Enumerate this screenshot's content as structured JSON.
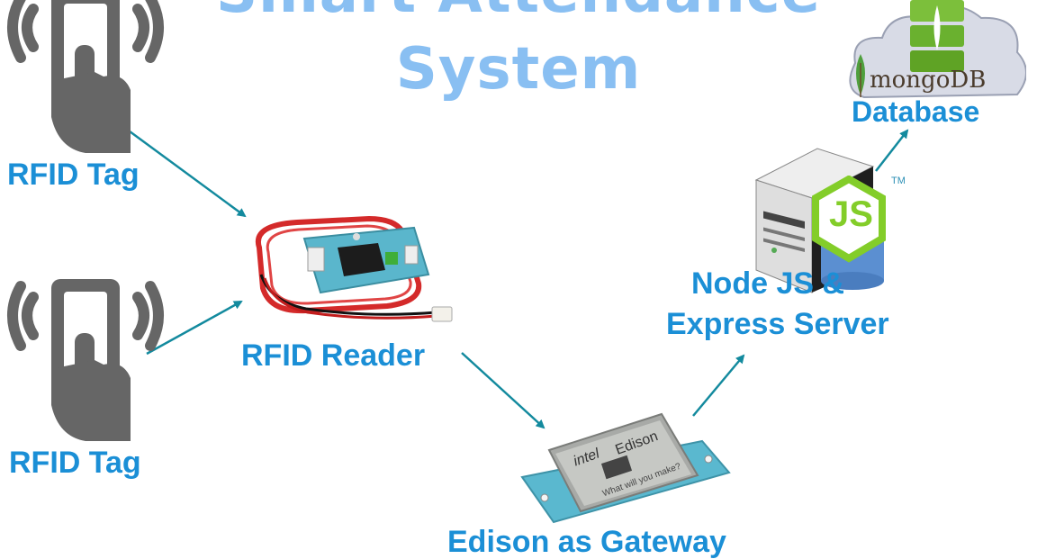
{
  "title": {
    "line1": "Smart Attendance",
    "line2": "System"
  },
  "nodes": {
    "rfid_tag_1": {
      "label": "RFID Tag"
    },
    "rfid_tag_2": {
      "label": "RFID Tag"
    },
    "rfid_reader": {
      "label": "RFID Reader"
    },
    "edison": {
      "label": "Edison as Gateway",
      "chip_brand": "intel",
      "chip_name": "Edison",
      "chip_slogan": "What will you make?"
    },
    "server": {
      "label_line1": "Node JS &",
      "label_line2": "Express Server",
      "logo_text": "JS",
      "trademark": "TM"
    },
    "database": {
      "label": "Database",
      "logo_text": "mongoDB"
    }
  },
  "colors": {
    "arrow": "#138a9e",
    "label": "#1b8fd6",
    "title": "#89bff2",
    "hand": "#666666",
    "node_green": "#83cd29",
    "mongo_green": "#4f9f3d"
  }
}
